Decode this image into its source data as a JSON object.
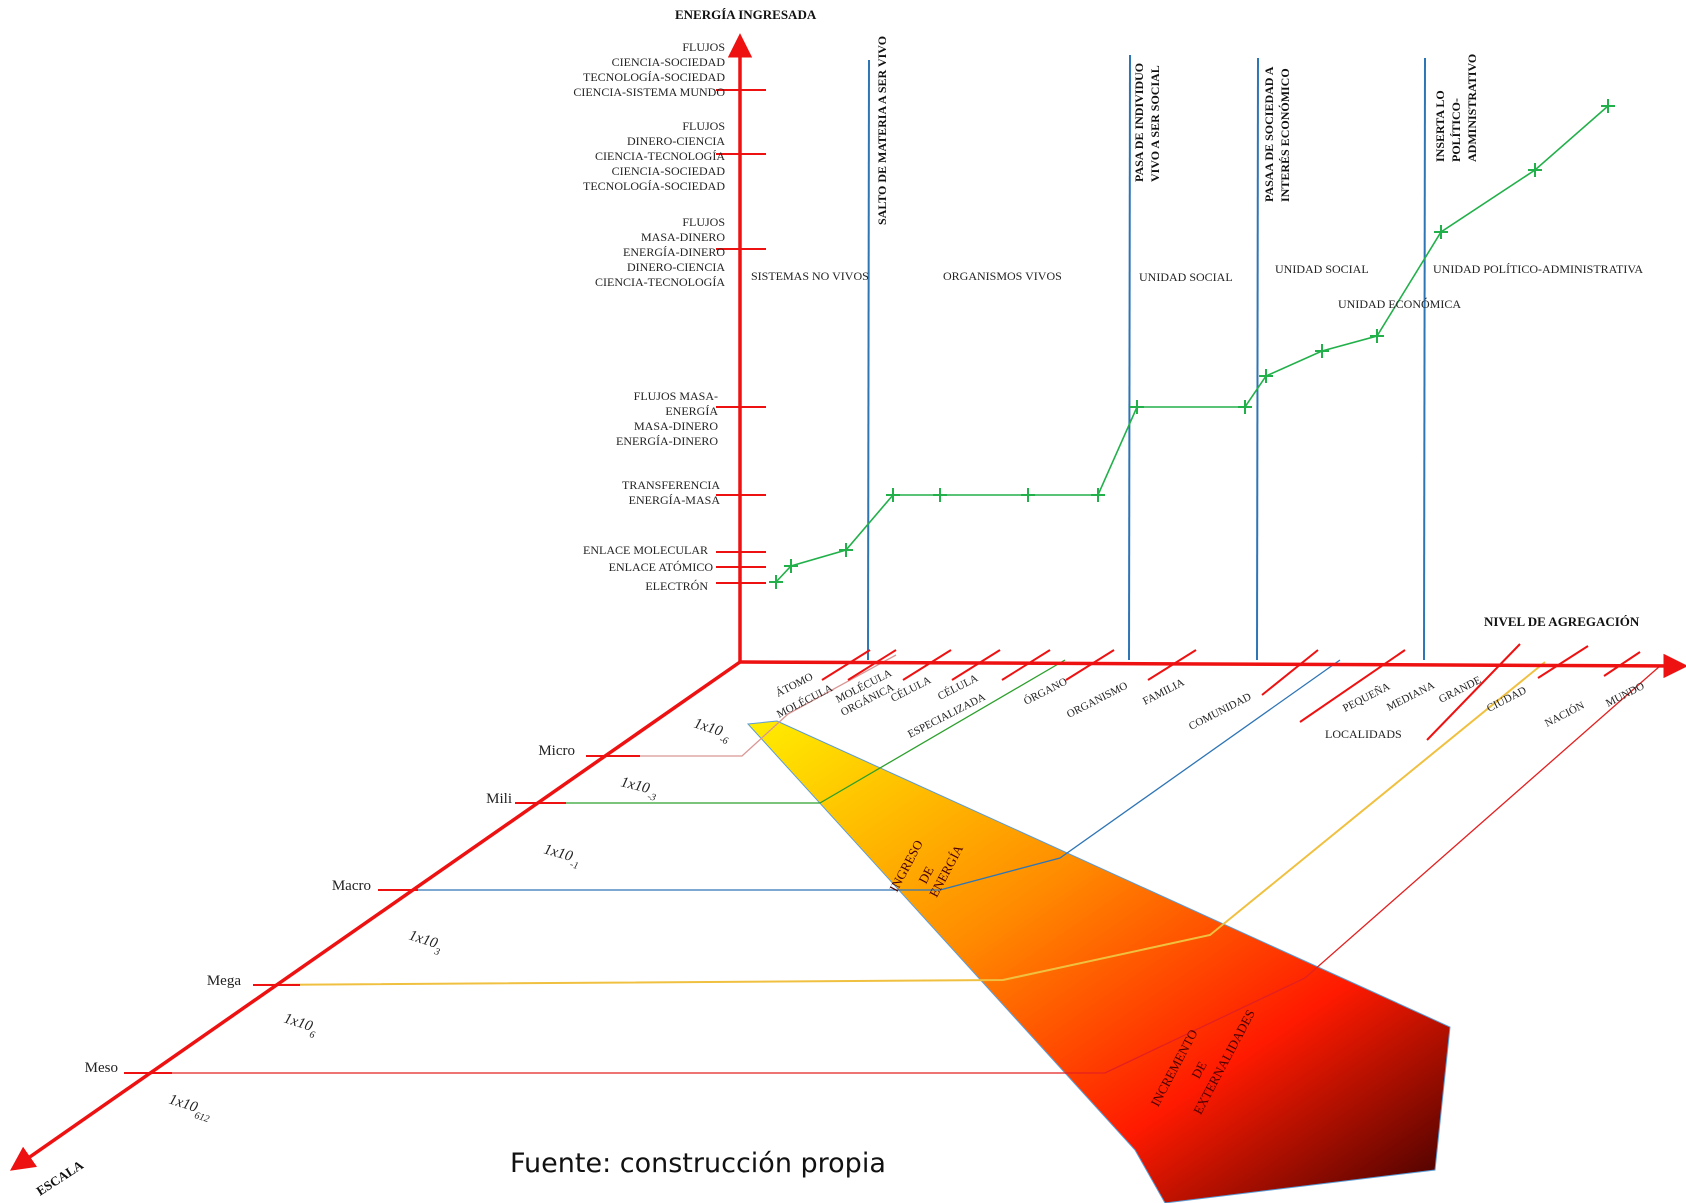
{
  "y_axis": {
    "title": "ENERGÍA INGRESADA",
    "groups": [
      [
        "FLUJOS",
        "CIENCIA-SOCIEDAD",
        "TECNOLOGÍA-SOCIEDAD",
        "CIENCIA-SISTEMA MUNDO"
      ],
      [
        "FLUJOS",
        "DINERO-CIENCIA",
        "CIENCIA-TECNOLOGÍA",
        "CIENCIA-SOCIEDAD",
        "TECNOLOGÍA-SOCIEDAD"
      ],
      [
        "FLUJOS",
        "MASA-DINERO",
        "ENERGÍA-DINERO",
        "DINERO-CIENCIA",
        "CIENCIA-TECNOLOGÍA"
      ],
      [
        "FLUJOS MASA-",
        "ENERGÍA",
        "MASA-DINERO",
        "ENERGÍA-DINERO"
      ],
      [
        "TRANSFERENCIA",
        "ENERGÍA-MASA"
      ],
      [
        "ENLACE MOLECULAR"
      ],
      [
        "ENLACE ATÓMICO"
      ],
      [
        "ELECTRÓN"
      ]
    ]
  },
  "x_axis": {
    "title": "NIVEL DE AGREGACIÓN",
    "labels": [
      [
        "ÁTOMO"
      ],
      [
        "MOLÉCULA"
      ],
      [
        "MOLÉCULA",
        "ORGÁNICA"
      ],
      [
        "CÉLULA"
      ],
      [
        "CÉLULA",
        "ESPECIALIZADA"
      ],
      [
        "ÓRGANO"
      ],
      [
        "ORGANISMO"
      ],
      [
        "FAMILIA"
      ],
      [
        "COMUNIDAD"
      ],
      [
        "PEQUEÑA"
      ],
      [
        "MEDIANA"
      ],
      [
        "GRANDE"
      ],
      [
        "CIUDAD"
      ],
      [
        "NACIÓN"
      ],
      [
        "MUNDO"
      ]
    ],
    "localidades": "LOCALIDADS"
  },
  "z_axis": {
    "title": "ESCALA",
    "levels": [
      "Micro",
      "Mili",
      "Macro",
      "Mega",
      "Meso"
    ],
    "exponents": [
      {
        "base": "1x10",
        "exp": "-6"
      },
      {
        "base": "1x10",
        "exp": "-3"
      },
      {
        "base": "1x10",
        "exp": "-1"
      },
      {
        "base": "1x10",
        "exp": "3"
      },
      {
        "base": "1x10",
        "exp": "6"
      },
      {
        "base": "1x10",
        "exp": "612"
      }
    ]
  },
  "transitions": [
    {
      "label": [
        "SALTO DE MATERIA A SER VIVO"
      ]
    },
    {
      "label": [
        "PASA DE INDIVIDUO",
        "VIVO A SER SOCIAL"
      ]
    },
    {
      "label": [
        "PASAA DE SOCIEDAD A",
        "INTERÉS ECONÓMICO"
      ]
    },
    {
      "label": [
        "INSERTA LO",
        "POLÍTICO-",
        "ADMINISTRATIVO"
      ]
    }
  ],
  "regions": [
    "SISTEMAS NO VIVOS",
    "ORGANISMOS VIVOS",
    "UNIDAD SOCIAL",
    "UNIDAD SOCIAL",
    "UNIDAD ECONÓMICA",
    "UNIDAD POLÍTICO-ADMINISTRATIVA"
  ],
  "arrow_labels": {
    "ingreso": [
      "INGRESO",
      "DE",
      "ENERGÍA"
    ],
    "incremento": [
      "INCREMENTO",
      "DE",
      "EXTERNALIDADES"
    ]
  },
  "colors": {
    "axis": "#ee1111",
    "curve": "#22b04a",
    "transition": "#2e75b6",
    "micro": "#d99694",
    "mili": "#2ca02c",
    "macro": "#2e75b6",
    "mega": "#f0c040",
    "meso": "#e32020"
  },
  "caption": "Fuente: construcción propia"
}
